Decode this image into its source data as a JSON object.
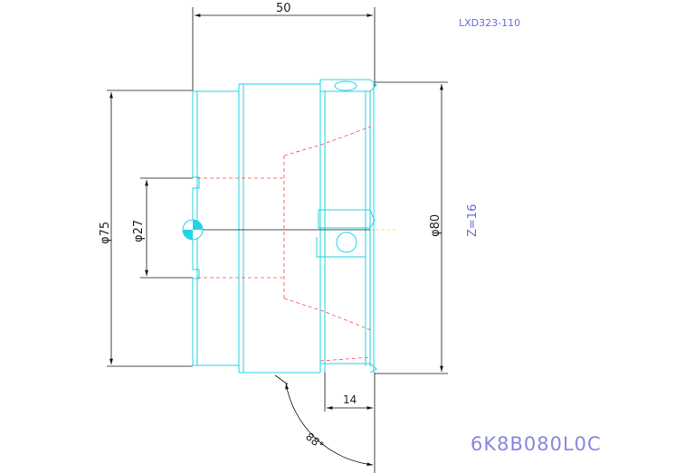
{
  "header": {
    "top_dimension": "50",
    "drawing_code": "LXD323-110"
  },
  "dimensions": {
    "dia_75": "φ75",
    "dia_27": "φ27",
    "dia_80": "φ80",
    "teeth": "Z=16",
    "length_14": "14",
    "angle_88": "88°"
  },
  "footer": {
    "part_number": "6K8B080L0C"
  },
  "colors": {
    "outline": "#22d3e6",
    "hidden_lines": "#ff4a4a",
    "dimension_lines": "#111111",
    "annotation": "#6a6ae6"
  }
}
